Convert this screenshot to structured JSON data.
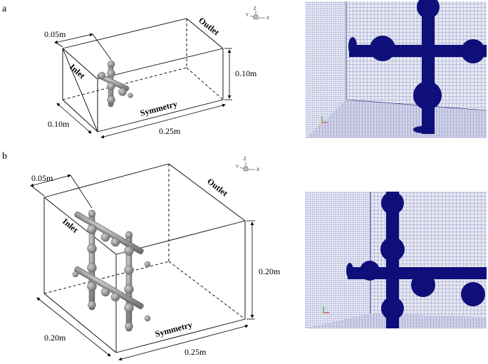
{
  "figure": {
    "panel_a": {
      "letter": "a",
      "labels": {
        "width": "0.05m",
        "height": "0.10m",
        "depth": "0.10m",
        "length": "0.25m",
        "inlet": "Inlet",
        "outlet": "Outlet",
        "symmetry": "Symmetry"
      },
      "axes": {
        "x": "X",
        "y": "Y",
        "z": "Z"
      }
    },
    "panel_b": {
      "letter": "b",
      "labels": {
        "width": "0.05m",
        "height": "0.20m",
        "depth": "0.20m",
        "length": "0.25m",
        "inlet": "Inlet",
        "outlet": "Outlet",
        "symmetry": "Symmetry"
      },
      "axes": {
        "x": "X",
        "y": "Y",
        "z": "Z"
      }
    }
  },
  "colors": {
    "line": "#000000",
    "model": "#9a9a9a",
    "mesh_bg": "#e9e9f2",
    "mesh_line": "#1b1b8a",
    "solid": "#101078"
  }
}
